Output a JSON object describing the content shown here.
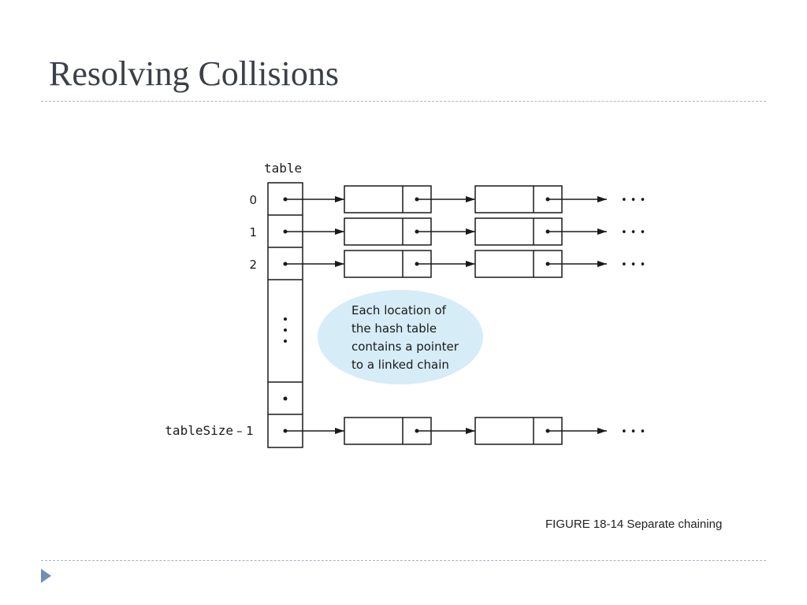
{
  "slide": {
    "title": "Resolving Collisions",
    "caption": "FIGURE 18-14 Separate chaining"
  },
  "diagram": {
    "array_label": "table",
    "row_labels": {
      "r0": "0",
      "r1": "1",
      "r2": "2",
      "last_mono": "tableSize",
      "last_suffix": "– 1"
    },
    "note": {
      "line1": "Each location of",
      "line2": "the hash table",
      "line3": "contains a pointer",
      "line4": "to a linked chain"
    },
    "continuation": "• • •",
    "colors": {
      "note_fill": "#d6ecf7",
      "stroke": "#1a1a1a",
      "nav_arrow": "#6e8fb7"
    }
  }
}
